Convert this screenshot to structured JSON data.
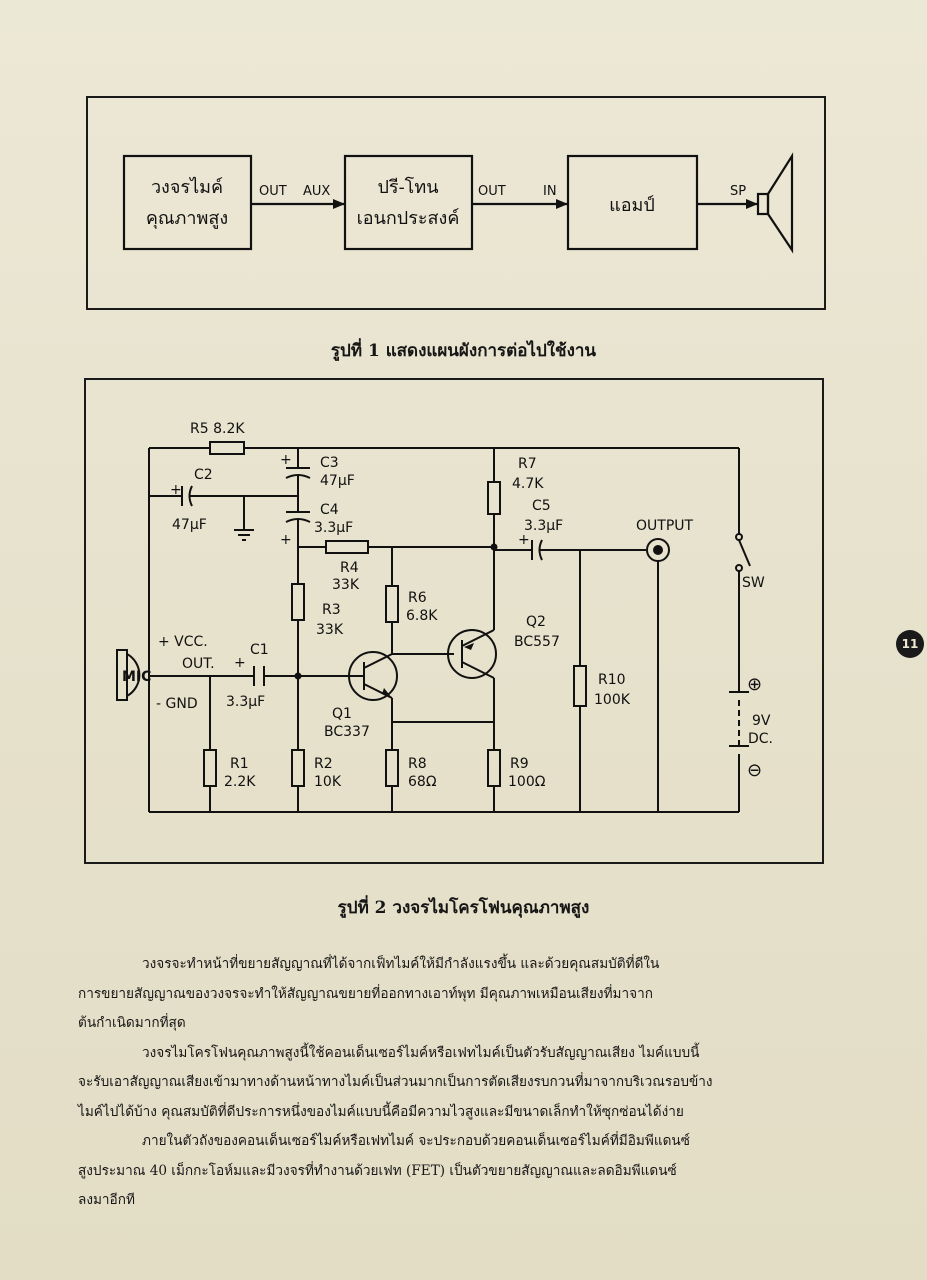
{
  "figure1": {
    "blocks": [
      "วงจรไมค์",
      "คุณภาพสูง",
      "ปรี-โทน",
      "เอนกประสงค์",
      "แอมป์"
    ],
    "labels": {
      "out1": "OUT",
      "aux": "AUX",
      "out2": "OUT",
      "in": "IN",
      "sp": "SP"
    },
    "caption": "รูปที่ 1 แสดงแผนผังการต่อไปใช้งาน"
  },
  "figure2": {
    "labels": {
      "r5": "R5  8.2K",
      "c3": "C3",
      "c3v": "47µF",
      "c2": "C2",
      "c2v": "47µF",
      "c4": "C4",
      "c4v": "3.3µF",
      "r4": "R4",
      "r4v": "33K",
      "r3": "R3",
      "r3v": "33K",
      "r6": "R6",
      "r6v": "6.8K",
      "r7": "R7",
      "r7v": "4.7K",
      "c5": "C5",
      "c5v": "3.3µF",
      "output": "OUTPUT",
      "sw": "SW",
      "q2": "Q2",
      "q2v": "BC557",
      "q1": "Q1",
      "q1v": "BC337",
      "mic": "MIC",
      "vcc": "+ VCC.",
      "out": "OUT.",
      "gnd": "- GND",
      "c1": "C1",
      "c1v": "3.3µF",
      "r10": "R10",
      "r10v": "100K",
      "batt": "9V",
      "battdc": "DC.",
      "r1": "R1",
      "r1v": "2.2K",
      "r2": "R2",
      "r2v": "10K",
      "r8": "R8",
      "r8v": "68Ω",
      "r9": "R9",
      "r9v": "100Ω",
      "plus": "+",
      "plus_sym": "⊕",
      "minus_sym": "⊖"
    },
    "caption": "รูปที่ 2 วงจรไมโครโฟนคุณภาพสูง"
  },
  "body": {
    "lines": [
      "วงจรจะทำหน้าที่ขยายสัญญาณที่ได้จากเฟ็ทไมค์ให้มีกำลังแรงขึ้น    และด้วยคุณสมบัติที่ดีใน",
      "การขยายสัญญาณของวงจรจะทำให้สัญญาณขยายที่ออกทางเอาท์พุท    มีคุณภาพเหมือนเสียงที่มาจาก",
      "ต้นกำเนิดมากที่สุด",
      "วงจรไมโครโฟนคุณภาพสูงนี้ใช้คอนเด็นเซอร์ไมค์หรือเฟทไมค์เป็นตัวรับสัญญาณเสียง   ไมค์แบบนี้",
      "จะรับเอาสัญญาณเสียงเข้ามาทางด้านหน้าทางไมค์เป็นส่วนมากเป็นการตัดเสียงรบกวนที่มาจากบริเวณรอบข้าง",
      "ไมค์ไปได้บ้าง   คุณสมบัติที่ดีประการหนึ่งของไมค์แบบนี้คือมีความไวสูงและมีขนาดเล็กทำให้ซุกซ่อนได้ง่าย",
      "ภายในตัวถังของคอนเด็นเซอร์ไมค์หรือเฟทไมค์  จะประกอบด้วยคอนเด็นเซอร์ไมค์ที่มีอิมพีแดนซ์",
      "สูงประมาณ 40 เม็กกะโอห์มและมีวงจรที่ทำงานด้วยเฟท (FET)  เป็นตัวขยายสัญญาณและลดอิมพีแดนซ์",
      "ลงมาอีกที"
    ]
  },
  "page_number": "11"
}
